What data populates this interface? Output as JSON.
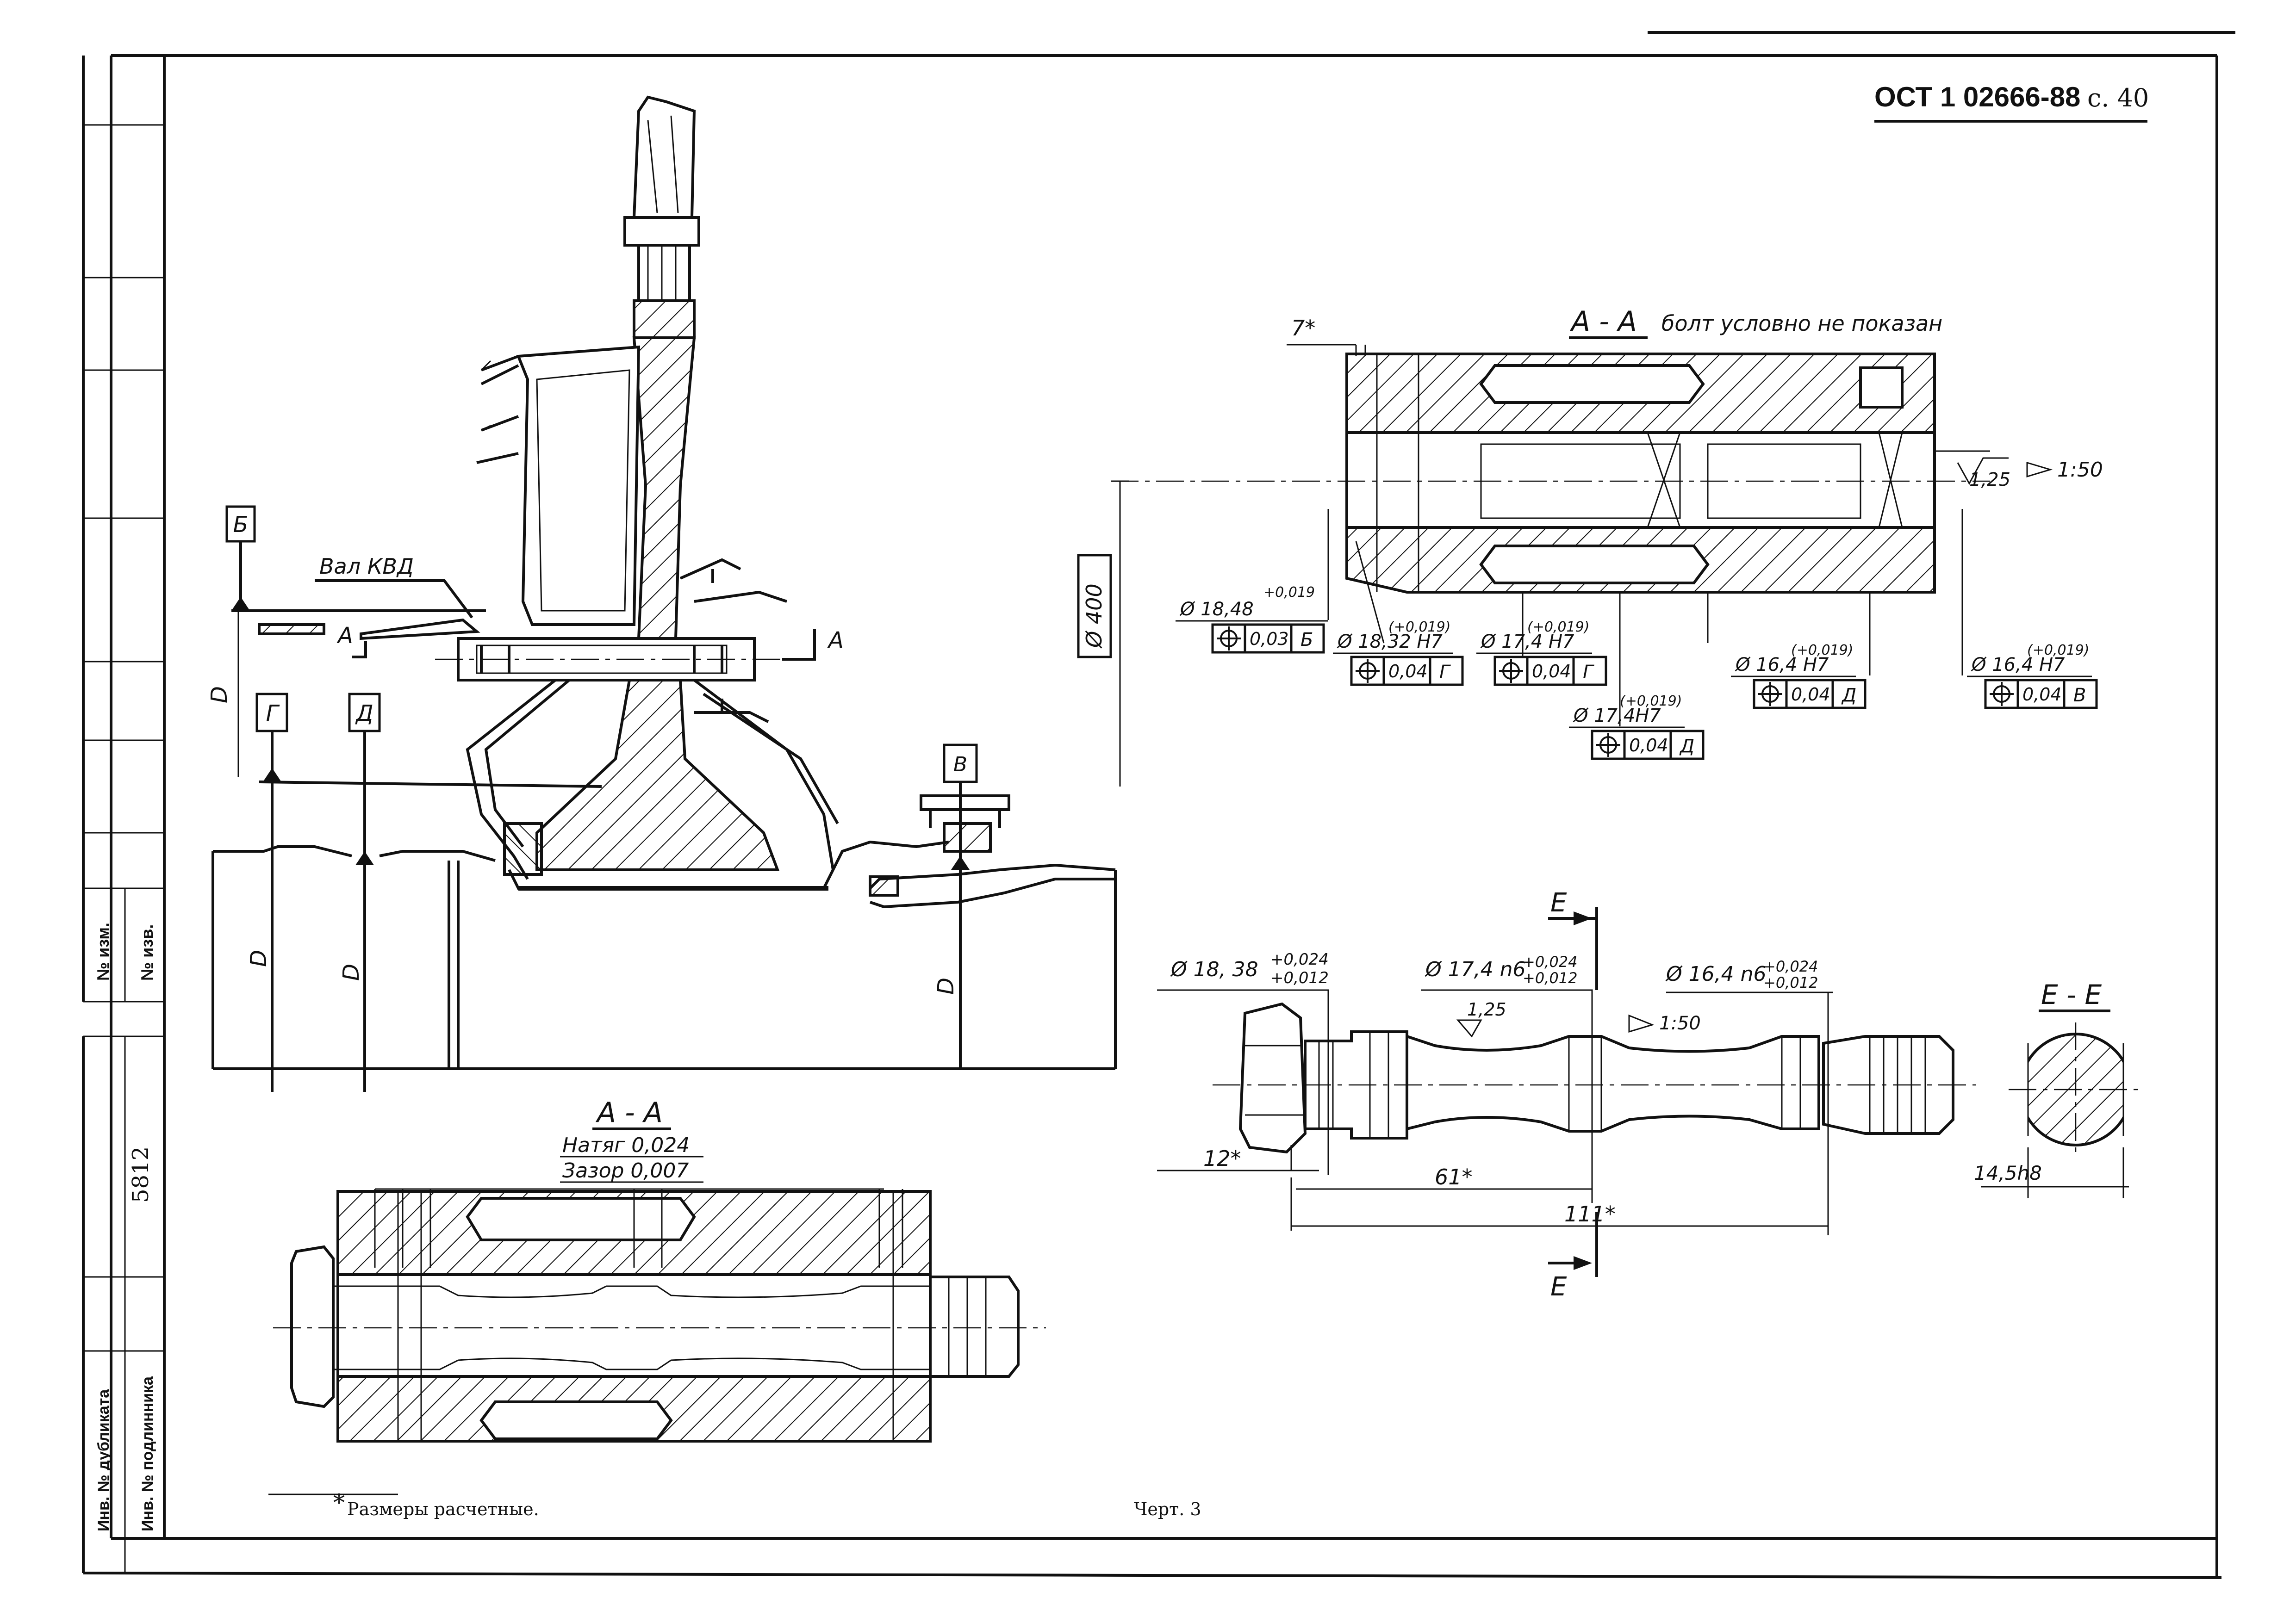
{
  "header": {
    "doc_code": "ОСТ 1 02666-88",
    "page": "с. 40"
  },
  "side_table": {
    "no_izm": "№ изм.",
    "no_izv": "№ изв.",
    "number": "5812",
    "inv_dubl": "Инв. № дубликата",
    "inv_podl": "Инв. № подлинника"
  },
  "main_view": {
    "datum_b": "Б",
    "datum_g": "Г",
    "datum_d": "Д",
    "datum_v": "В",
    "shaft_label": "Вал КВД",
    "section_a": "А",
    "dia_D": "D"
  },
  "section_aa_top": {
    "title": "А - А",
    "note": "болт условно не показан",
    "dim_7": "7*",
    "dia_400": "Ø 400",
    "roughness": "1,25",
    "taper": "1:50",
    "dims": [
      {
        "dia": "Ø 18,48",
        "tol": "+0,019",
        "pos": "0,03",
        "datum": "Б"
      },
      {
        "dia": "Ø 18,32 H7",
        "tol": "(+0,019)",
        "pos": "0,04",
        "datum": "Г"
      },
      {
        "dia": "Ø 17,4 H7",
        "tol": "(+0,019)",
        "pos": "0,04",
        "datum": "Г"
      },
      {
        "dia": "Ø 17,4H7",
        "tol": "(+0,019)",
        "pos": "0,04",
        "datum": "Д"
      },
      {
        "dia": "Ø 16,4 H7",
        "tol": "(+0,019)",
        "pos": "0,04",
        "datum": "Д"
      },
      {
        "dia": "Ø 16,4 H7",
        "tol": "(+0,019)",
        "pos": "0,04",
        "datum": "В"
      }
    ]
  },
  "bolt_view": {
    "cut_label": "Е",
    "d1": "Ø 18, 38",
    "d1_tol_up": "+0,024",
    "d1_tol_lo": "+0,012",
    "d2": "Ø 17,4 n6",
    "d2_tol_up": "+0,024",
    "d2_tol_lo": "+0,012",
    "d3": "Ø 16,4 n6",
    "d3_tol_up": "+0,024",
    "d3_tol_lo": "+0,012",
    "roughness": "1,25",
    "taper": "1:50",
    "dim_12": "12*",
    "dim_61": "61*",
    "dim_111": "111*"
  },
  "section_ee": {
    "title": "Е - Е",
    "flat": "14,5h8"
  },
  "section_aa_bottom": {
    "title": "А - А",
    "fit1": "Натяг 0,024",
    "fit2": "Зазор 0,007"
  },
  "footnote": {
    "star": "*",
    "text": "Размеры расчетные."
  },
  "caption": "Черт. 3"
}
